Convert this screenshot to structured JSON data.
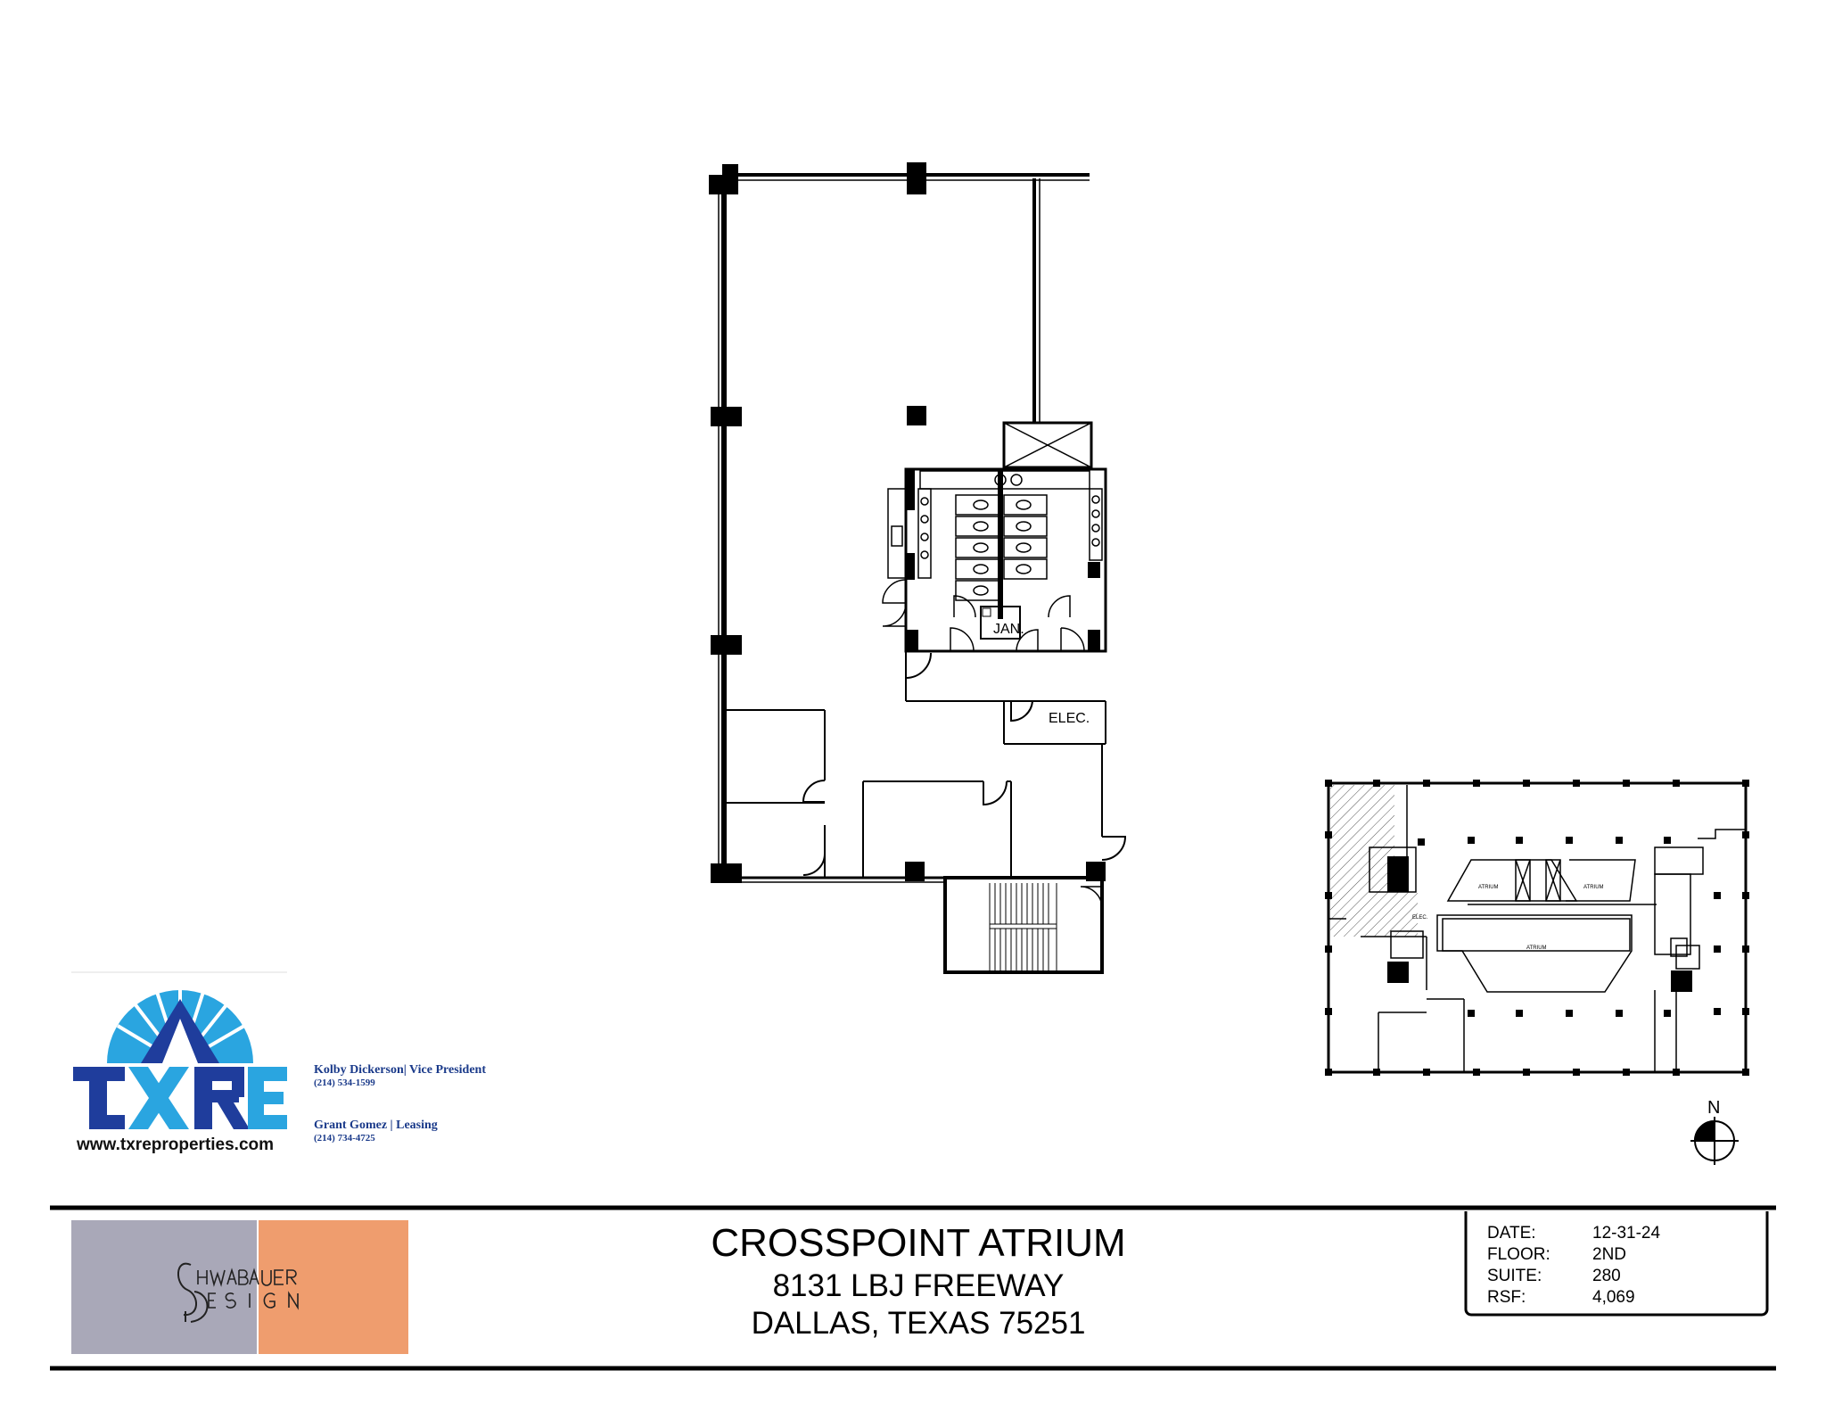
{
  "rooms": {
    "jan": "JAN.",
    "elec": "ELEC."
  },
  "key_plan": {
    "atrium_labels": [
      "ATRIUM",
      "ATRIUM",
      "ATRIUM"
    ],
    "elec_label": "ELEC."
  },
  "north_arrow": {
    "label": "N"
  },
  "logo": {
    "brand_colors": [
      "#1f3d9c",
      "#2aa5e0"
    ],
    "website": "www.txreproperties.com"
  },
  "contacts": [
    {
      "name": "Kolby Dickerson| Vice President",
      "phone": "(214) 534-1599"
    },
    {
      "name": "Grant Gomez | Leasing",
      "phone": "(214) 734-4725"
    }
  ],
  "designer_logo": {
    "colors": [
      "#a9a8b8",
      "#ef9d6e"
    ]
  },
  "title_block": {
    "building": "CROSSPOINT ATRIUM",
    "address": "8131 LBJ FREEWAY",
    "city": "DALLAS, TEXAS 75251"
  },
  "info": [
    {
      "label": "DATE:",
      "value": "12-31-24"
    },
    {
      "label": "FLOOR:",
      "value": "2ND"
    },
    {
      "label": "SUITE:",
      "value": "280"
    },
    {
      "label": "RSF:",
      "value": "4,069"
    }
  ]
}
